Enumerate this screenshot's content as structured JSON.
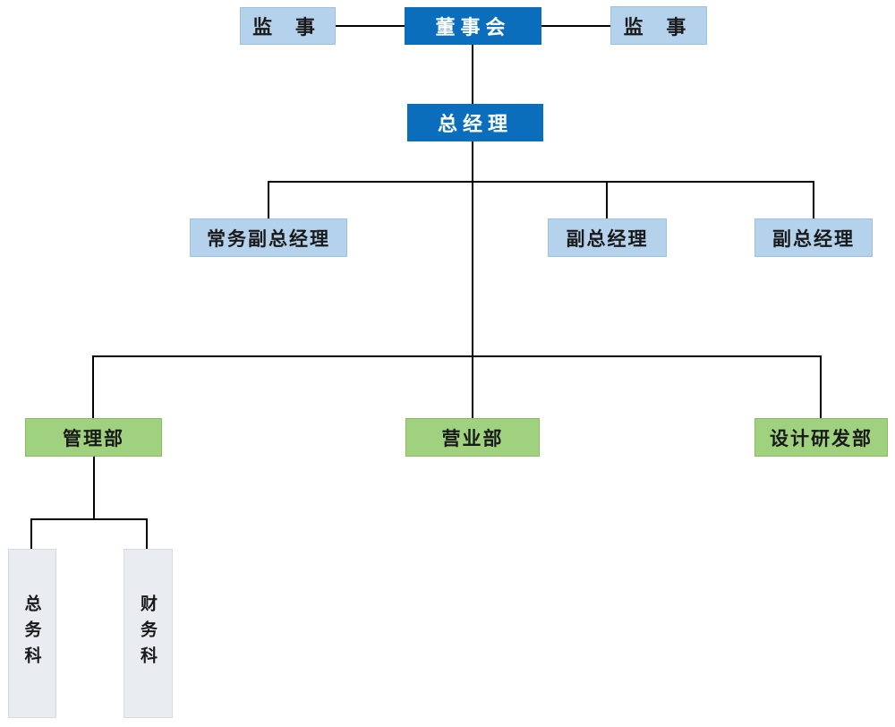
{
  "chart": {
    "type": "org-chart",
    "nodes": {
      "supervisor_left": {
        "label": "监 事"
      },
      "board": {
        "label": "董事会"
      },
      "supervisor_right": {
        "label": "监 事"
      },
      "general_manager": {
        "label": "总经理"
      },
      "exec_deputy_gm": {
        "label": "常务副总经理"
      },
      "deputy_gm_1": {
        "label": "副总经理"
      },
      "deputy_gm_2": {
        "label": "副总经理"
      },
      "admin_dept": {
        "label": "管理部"
      },
      "sales_dept": {
        "label": "营业部"
      },
      "design_rd_dept": {
        "label": "设计研发部"
      },
      "general_affairs_section": {
        "label": "总务科"
      },
      "finance_section": {
        "label": "财务科"
      }
    },
    "edges": [
      [
        "board",
        "supervisor_left"
      ],
      [
        "board",
        "supervisor_right"
      ],
      [
        "board",
        "general_manager"
      ],
      [
        "general_manager",
        "exec_deputy_gm"
      ],
      [
        "general_manager",
        "deputy_gm_1"
      ],
      [
        "general_manager",
        "deputy_gm_2"
      ],
      [
        "general_manager",
        "admin_dept"
      ],
      [
        "general_manager",
        "sales_dept"
      ],
      [
        "general_manager",
        "design_rd_dept"
      ],
      [
        "admin_dept",
        "general_affairs_section"
      ],
      [
        "admin_dept",
        "finance_section"
      ]
    ],
    "colors": {
      "primary_blue": "#0a6ebd",
      "light_blue": "#b4d2ec",
      "light_blue_border": "#9cc2e0",
      "green": "#9fd17f",
      "green_border": "#85bd60",
      "gray": "#e9edf1",
      "gray_border": "#d6dbe2",
      "line": "#000000"
    }
  }
}
